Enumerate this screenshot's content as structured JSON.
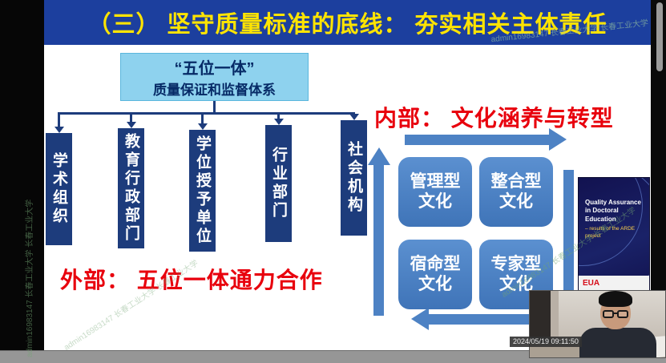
{
  "slide": {
    "title": "（三） 坚守质量标准的底线： 夯实相关主体责任",
    "system_box": {
      "line1": "“五位一体”",
      "line2": "质量保证和监督体系"
    },
    "pillars": [
      {
        "label": "学术组织"
      },
      {
        "label": "教育行政部门"
      },
      {
        "label": "学位授予单位"
      },
      {
        "label": "行业部门"
      },
      {
        "label": "社会机构"
      }
    ],
    "external_label": "外部： 五位一体通力合作",
    "internal_label": "内部： 文化涵养与转型",
    "cultures": [
      {
        "line1": "管理型",
        "line2": "文化"
      },
      {
        "line1": "整合型",
        "line2": "文化"
      },
      {
        "line1": "宿命型",
        "line2": "文化"
      },
      {
        "line1": "专家型",
        "line2": "文化"
      }
    ],
    "book": {
      "line1": "Quality Assurance",
      "line2": "in Doctoral Education",
      "line3": "– results of the ARDE project",
      "publisher": "EUA"
    }
  },
  "overlay": {
    "watermark": "admin16983147 长春工业大学 长春工业大学",
    "timestamp": "2024/05/19 09:11:50"
  },
  "colors": {
    "title_bar": "#1c3f9e",
    "title_text": "#ffe400",
    "system_box": "#8ed2ee",
    "pillar": "#1d3c7c",
    "culture_box": "#4d82c4",
    "accent_red": "#e8000d"
  }
}
